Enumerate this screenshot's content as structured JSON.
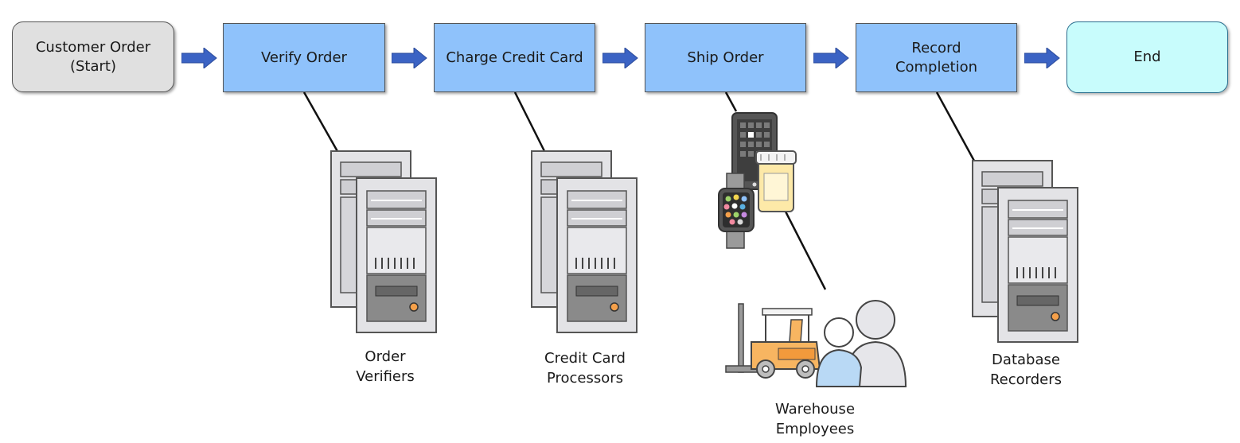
{
  "colors": {
    "step_fill": "#8fc2fb",
    "start_fill": "#e0e0e0",
    "end_fill": "#c8fcfc",
    "arrow": "#3b63c4",
    "server_body": "#e3e3e6",
    "server_dark": "#8a8a8a",
    "server_led": "#f5a04a",
    "forklift": "#f7b561",
    "person_front": "#b9d9f5",
    "person_back": "#e6e6ea"
  },
  "flow": {
    "start": {
      "label": "Customer Order\n(Start)"
    },
    "steps": [
      {
        "label": "Verify Order"
      },
      {
        "label": "Charge Credit Card"
      },
      {
        "label": "Ship Order"
      },
      {
        "label": "Record\nCompletion"
      }
    ],
    "end": {
      "label": "End"
    }
  },
  "workers": [
    {
      "label": "Order\nVerifiers",
      "icon": "server-rack-icon"
    },
    {
      "label": "Credit Card\nProcessors",
      "icon": "server-rack-icon"
    },
    {
      "label": "Warehouse\nEmployees",
      "icon": "warehouse-workers-icon"
    },
    {
      "label": "Database\nRecorders",
      "icon": "server-rack-icon"
    }
  ],
  "devices": {
    "icons": [
      "tablet-icon",
      "smartwatch-icon",
      "pill-bottle-icon"
    ]
  }
}
